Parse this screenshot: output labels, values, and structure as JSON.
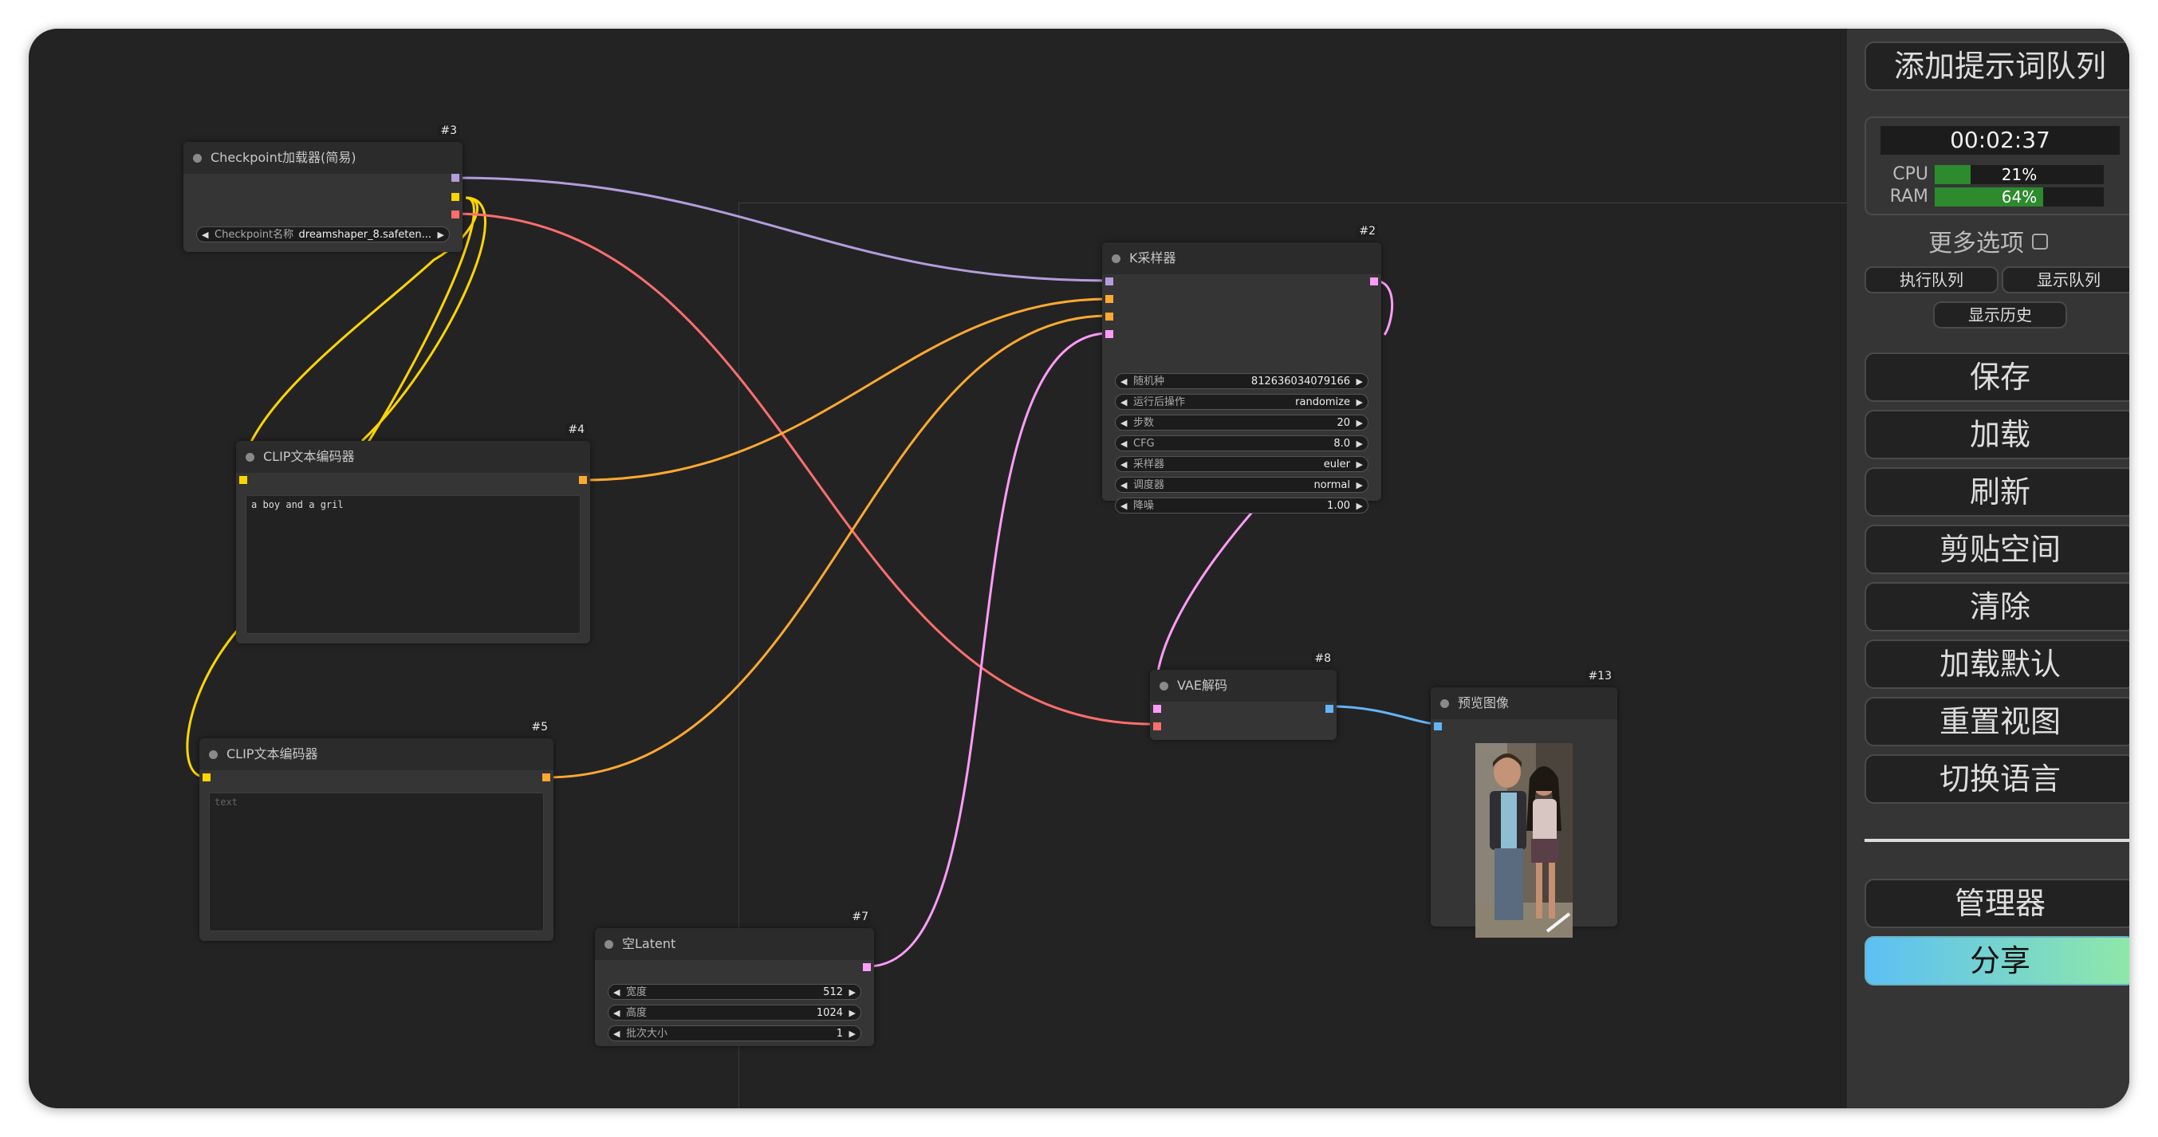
{
  "colors": {
    "model": "#b39ddb",
    "clip": "#ffd500",
    "vae": "#ff6e6e",
    "conditioning": "#ffa931",
    "latent": "#ff9cf9",
    "image": "#64b5f6",
    "share_gradient": [
      "#5cc0f4",
      "#8fe8a8"
    ]
  },
  "nodes": {
    "checkpoint": {
      "id": "#3",
      "title": "Checkpoint加载器(简易)",
      "widget": {
        "label": "Checkpoint名称",
        "value": "dreamshaper_8.safeten..."
      }
    },
    "clip_pos": {
      "id": "#4",
      "title": "CLIP文本编码器",
      "text": "a boy and a gril"
    },
    "clip_neg": {
      "id": "#5",
      "title": "CLIP文本编码器",
      "placeholder": "text"
    },
    "empty_latent": {
      "id": "#7",
      "title": "空Latent",
      "widgets": [
        {
          "label": "宽度",
          "value": "512"
        },
        {
          "label": "高度",
          "value": "1024"
        },
        {
          "label": "批次大小",
          "value": "1"
        }
      ]
    },
    "ksampler": {
      "id": "#2",
      "title": "K采样器",
      "widgets": [
        {
          "label": "随机种",
          "value": "812636034079166"
        },
        {
          "label": "运行后操作",
          "value": "randomize"
        },
        {
          "label": "步数",
          "value": "20"
        },
        {
          "label": "CFG",
          "value": "8.0"
        },
        {
          "label": "采样器",
          "value": "euler"
        },
        {
          "label": "调度器",
          "value": "normal"
        },
        {
          "label": "降噪",
          "value": "1.00"
        }
      ]
    },
    "vae_decode": {
      "id": "#8",
      "title": "VAE解码"
    },
    "preview": {
      "id": "#13",
      "title": "预览图像"
    }
  },
  "menu": {
    "queue_prompt": "添加提示词队列",
    "timer": "00:02:37",
    "cpu": {
      "label": "CPU",
      "value": "21%",
      "level": 0.21
    },
    "ram": {
      "label": "RAM",
      "value": "64%",
      "level": 0.64
    },
    "more_options": "更多选项",
    "queue_btn": "执行队列",
    "show_queue": "显示队列",
    "history": "显示历史",
    "save": "保存",
    "load": "加载",
    "refresh": "刷新",
    "clipspace": "剪贴空间",
    "clear": "清除",
    "load_default": "加载默认",
    "reset_view": "重置视图",
    "switch_language": "切换语言",
    "manager": "管理器",
    "share": "分享"
  }
}
